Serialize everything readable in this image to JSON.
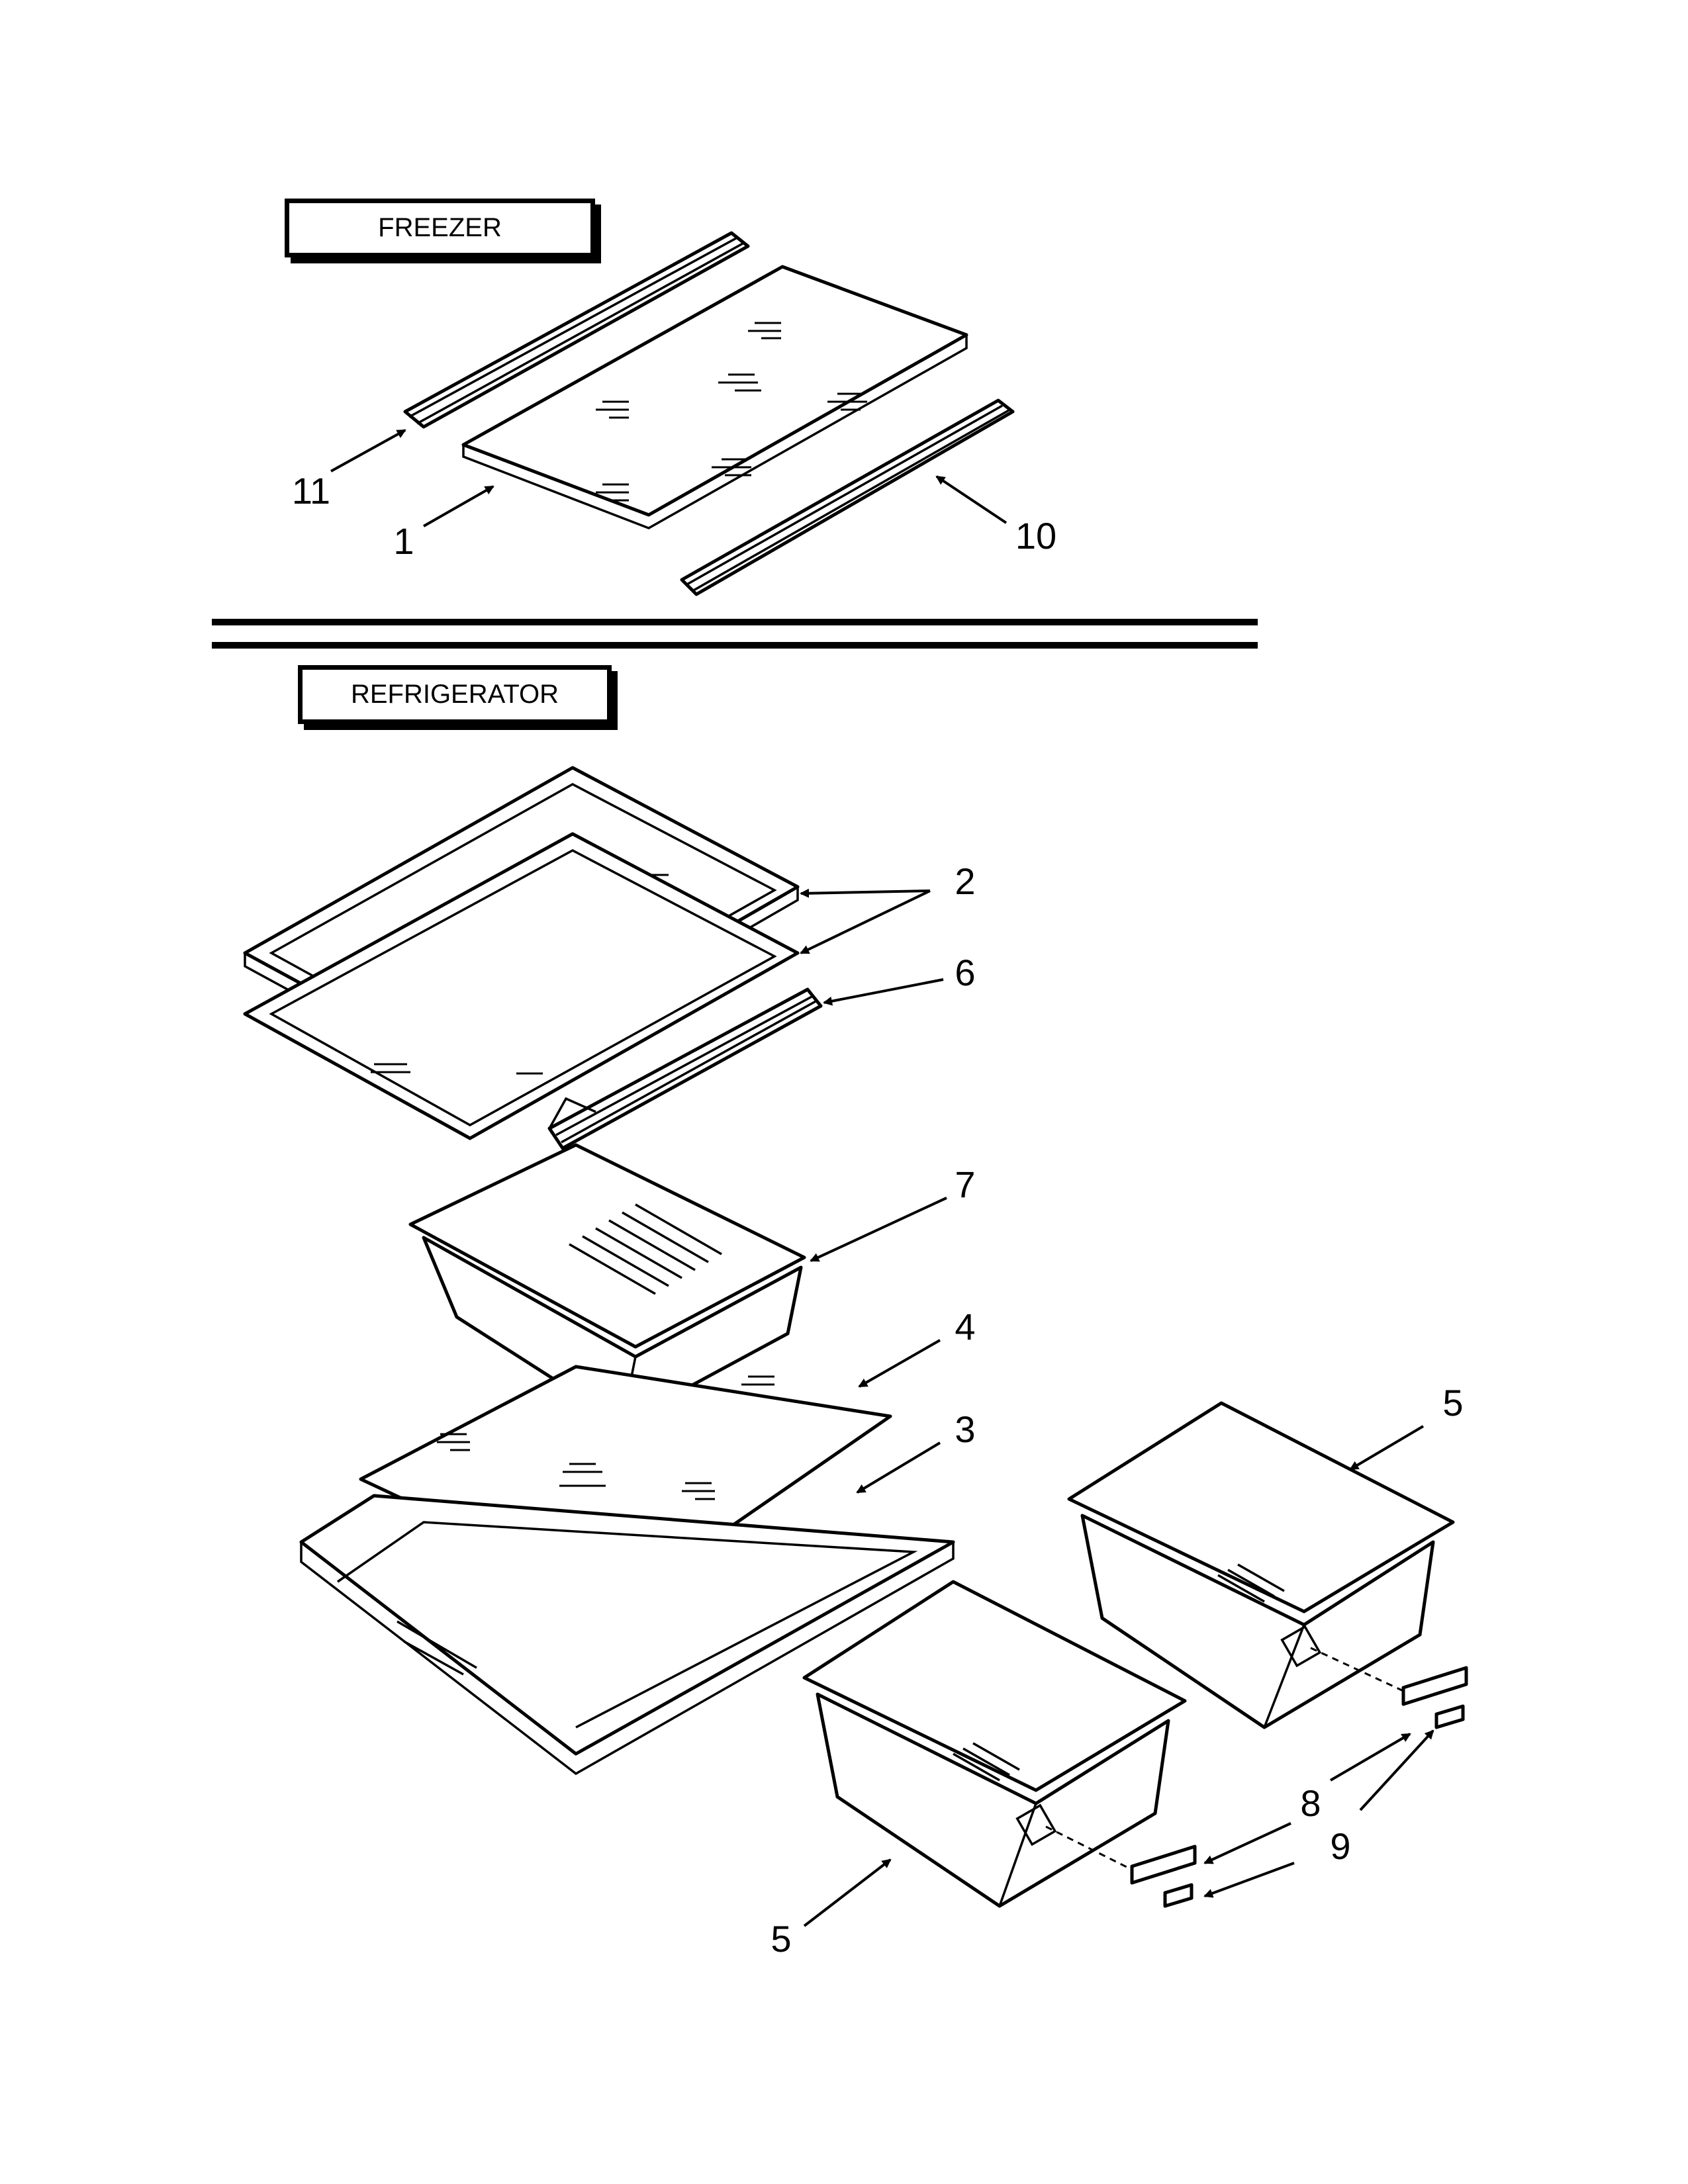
{
  "sections": {
    "freezer": "FREEZER",
    "refrigerator": "REFRIGERATOR"
  },
  "callouts": {
    "c11": "11",
    "c1": "1",
    "c10": "10",
    "c2": "2",
    "c6": "6",
    "c7": "7",
    "c4": "4",
    "c3": "3",
    "c5a": "5",
    "c5b": "5",
    "c8": "8",
    "c9": "9"
  }
}
